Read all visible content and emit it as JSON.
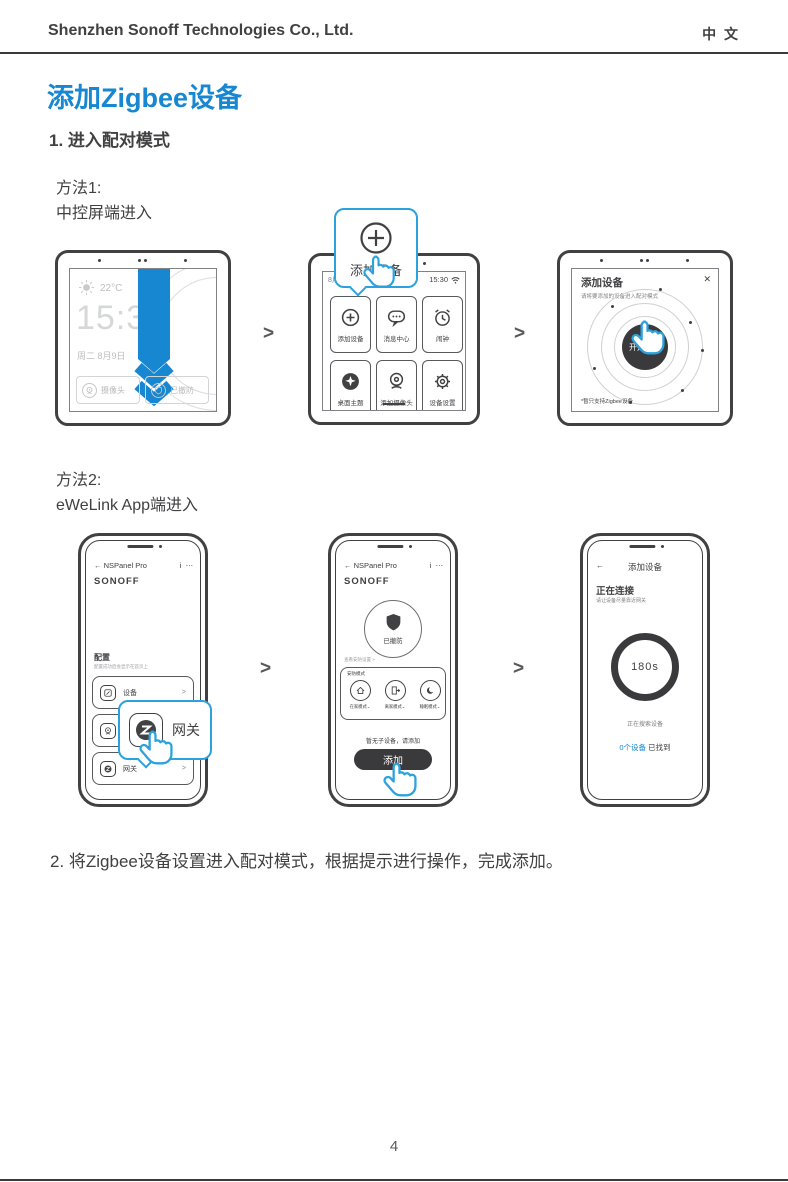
{
  "header": {
    "company": "Shenzhen Sonoff Technologies Co., Ltd.",
    "language": "中 文"
  },
  "title": "添加Zigbee设备",
  "steps": {
    "step1": "1. 进入配对模式",
    "step2": "2. 将Zigbee设备设置进入配对模式，根据提示进行操作，完成添加。"
  },
  "footer": {
    "page_number": "4"
  },
  "colors": {
    "accent_blue": "#1787d1",
    "callout_blue": "#2ba2de",
    "dark": "#414042"
  },
  "method1": {
    "label": "方法1:",
    "sublabel": "中控屏端进入",
    "arrow": ">",
    "home_screen": {
      "temp": "22°C",
      "time": "15:30",
      "date": "周二 8月9日",
      "camera_button": "摄像头",
      "security_button": "已撤防"
    },
    "menu_popup": {
      "label": "添加设备"
    },
    "menu_screen": {
      "status_left": "8月9日",
      "status_time": "15:30",
      "tiles": [
        "添加设备",
        "消息中心",
        "闹钟",
        "桌面主题",
        "添加摄像头",
        "设备设置"
      ]
    },
    "pairing_screen": {
      "title": "添加设备",
      "close": "✕",
      "subtitle": "请将要添加的设备进入配对模式",
      "start_button": "开始配对",
      "note": "*暂只支持Zigbee设备"
    }
  },
  "method2": {
    "label": "方法2:",
    "sublabel": "eWeLink App端进入",
    "arrow": ">",
    "phone1": {
      "back": "←",
      "nav_title": "NSPanel Pro",
      "info": "i",
      "more": "⋯",
      "logo": "SONOFF",
      "section_title": "配置",
      "section_subtitle": "配置成功后会显示在首页上",
      "item1": "设备",
      "item3": "网关",
      "chevron": ">",
      "popup_label": "网关"
    },
    "phone2": {
      "back": "←",
      "nav_title": "NSPanel Pro",
      "info": "i",
      "more": "⋯",
      "logo": "SONOFF",
      "arm_state": "已撤防",
      "link": "查看安防设置 >",
      "card_title": "安防模式",
      "mode1": "在家模式",
      "mode2": "离家模式",
      "mode3": "睡眠模式",
      "caret": "⌄",
      "empty_hint": "暂无子设备，请添加",
      "add_button": "添加"
    },
    "phone3": {
      "back": "←",
      "nav_title": "添加设备",
      "heading": "正在连接",
      "subtitle": "请让设备尽量靠近网关",
      "countdown": "180s",
      "searching": "正在搜索设备",
      "found_count": "0个设备",
      "found_suffix": "已找到"
    }
  }
}
